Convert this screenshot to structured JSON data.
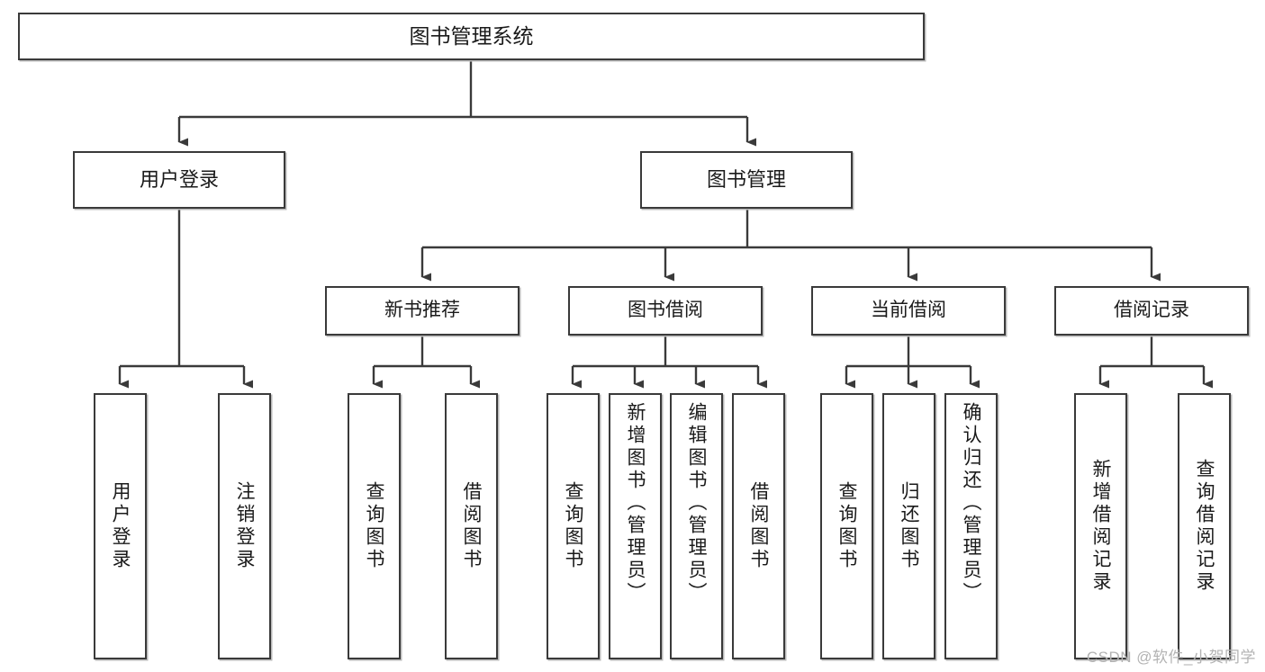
{
  "diagram": {
    "type": "tree",
    "title": "图书管理系统",
    "watermark": "CSDN @软件_小贺同学",
    "colors": {
      "box_border": "#3a3a3a",
      "box_fill": "#ffffff",
      "edge": "#3a3a3a",
      "text": "#1a1a1a",
      "watermark": "#b3b3b3"
    },
    "nodes": {
      "root": {
        "label": "图书管理系统"
      },
      "level2": [
        {
          "label": "用户登录"
        },
        {
          "label": "图书管理"
        }
      ],
      "level3": [
        {
          "label": "新书推荐"
        },
        {
          "label": "图书借阅"
        },
        {
          "label": "当前借阅"
        },
        {
          "label": "借阅记录"
        }
      ],
      "leaves": {
        "user_login": [
          {
            "label": "用户登录"
          },
          {
            "label": "注销登录"
          }
        ],
        "new_book_recommend": [
          {
            "label": "查询图书"
          },
          {
            "label": "借阅图书"
          }
        ],
        "book_borrow": [
          {
            "label": "查询图书"
          },
          {
            "label": "新增图书（管理员）"
          },
          {
            "label": "编辑图书（管理员）"
          },
          {
            "label": "借阅图书"
          }
        ],
        "current_borrow": [
          {
            "label": "查询图书"
          },
          {
            "label": "归还图书"
          },
          {
            "label": "确认归还（管理员）"
          }
        ],
        "borrow_record": [
          {
            "label": "新增借阅记录"
          },
          {
            "label": "查询借阅记录"
          }
        ]
      }
    }
  }
}
